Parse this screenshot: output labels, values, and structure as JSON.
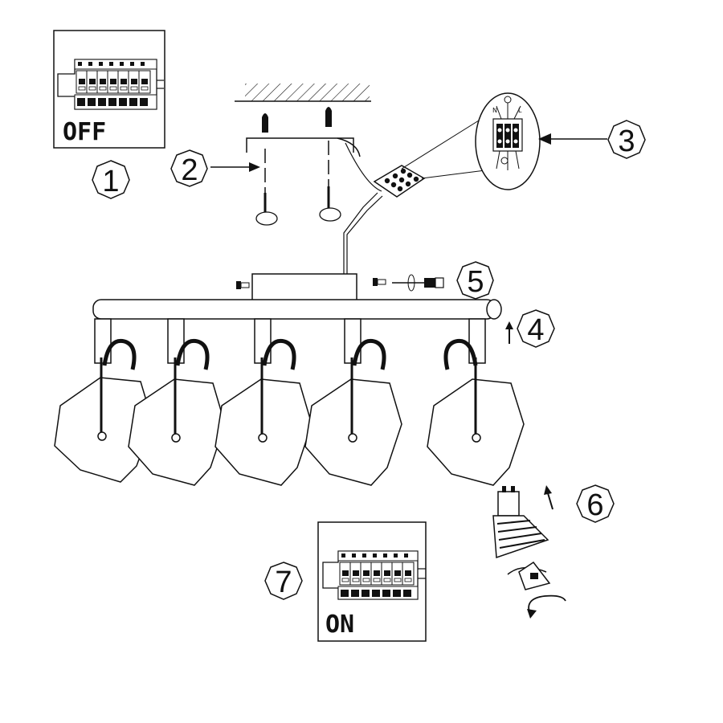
{
  "panel_top": {
    "label": "OFF"
  },
  "panel_bottom": {
    "label": "ON"
  },
  "steps": [
    {
      "number": "1"
    },
    {
      "number": "2"
    },
    {
      "number": "3"
    },
    {
      "number": "4"
    },
    {
      "number": "5"
    },
    {
      "number": "6"
    },
    {
      "number": "7"
    }
  ],
  "connector_detail": {
    "terminal_labels": [
      "N",
      "L"
    ]
  },
  "fixture": {
    "spotlight_count": 5
  },
  "icons": [
    "fuse-box-icon",
    "ceiling-icon",
    "screw-icon",
    "wall-plug-icon",
    "terminal-block-icon",
    "screwdriver-icon",
    "gu10-bulb-icon",
    "rotate-arrow-icon"
  ],
  "colors": {
    "stroke": "#1a1a1a",
    "background": "#ffffff"
  }
}
